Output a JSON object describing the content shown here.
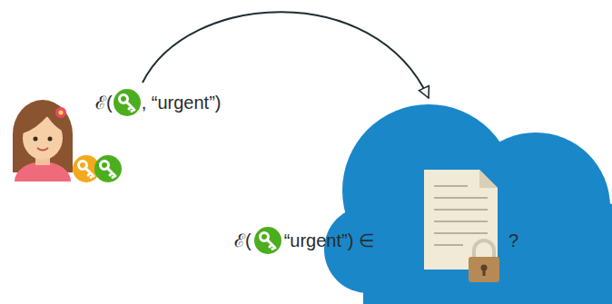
{
  "diagram": {
    "nodes": [
      {
        "text": [
          "ℰ(",
          ", “urgent”)"
        ]
      },
      {
        "text": [
          "ℰ(",
          "“urgent”) ∈",
          "?"
        ]
      }
    ],
    "edges": [
      {
        "from": 0,
        "to": 1,
        "arrow": "to"
      }
    ]
  }
}
